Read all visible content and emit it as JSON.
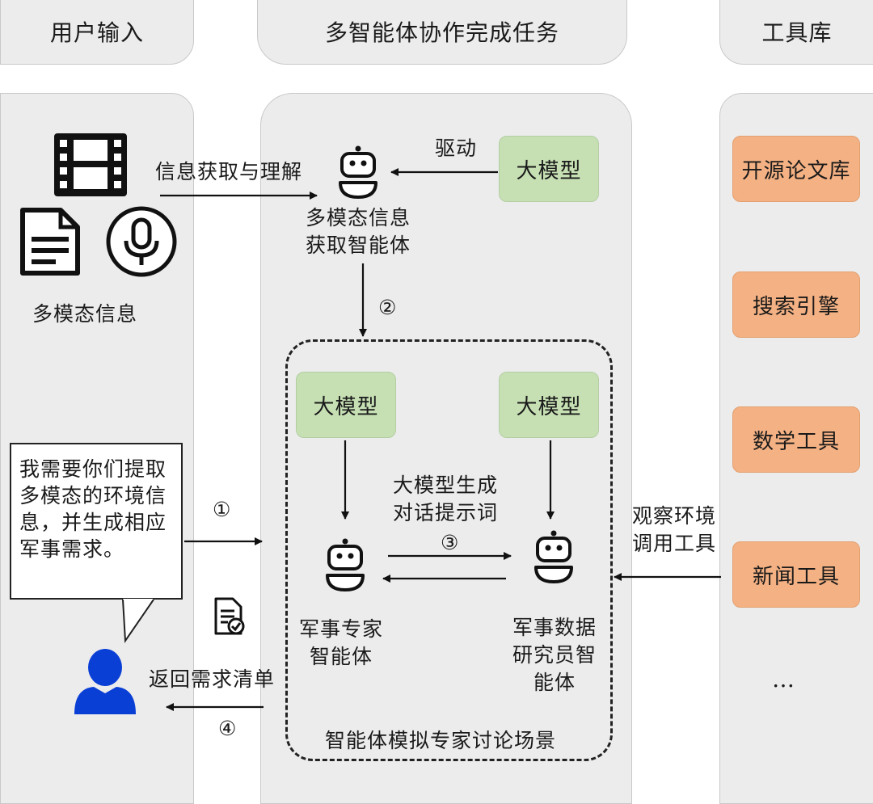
{
  "headers": {
    "user_input": "用户输入",
    "multi_agent": "多智能体协作完成任务",
    "tool_lib": "工具库"
  },
  "left": {
    "multimodal_label": "多模态信息",
    "speech_text": "我需要你们提取多模态的环境信息，并生成相应军事需求。",
    "icons": [
      "film-icon",
      "document-icon",
      "microphone-icon",
      "document-check-icon",
      "user-icon"
    ]
  },
  "middle": {
    "info_acquire": "信息获取与理解",
    "drive": "驱动",
    "llm_top": "大模型",
    "agent_top_line1": "多模态信息",
    "agent_top_line2": "获取智能体",
    "step2": "②",
    "llm_left": "大模型",
    "llm_right": "大模型",
    "gen_line1": "大模型生成",
    "gen_line2": "对话提示词",
    "step3": "③",
    "expert_line1": "军事专家",
    "expert_line2": "智能体",
    "researcher_line1": "军事数据",
    "researcher_line2": "研究员智",
    "researcher_line3": "能体",
    "scene_label": "智能体模拟专家讨论场景",
    "step1": "①",
    "return_label": "返回需求清单",
    "step4": "④"
  },
  "right": {
    "tools": [
      "开源论文库",
      "搜索引擎",
      "数学工具",
      "新闻工具"
    ],
    "ellipsis": "…",
    "observe_line1": "观察环境",
    "observe_line2": "调用工具"
  },
  "colors": {
    "llm_green": "#c6e0b4",
    "tool_orange": "#f4b183",
    "panel_gray": "#ececec",
    "user_blue": "#0a3fd6"
  }
}
